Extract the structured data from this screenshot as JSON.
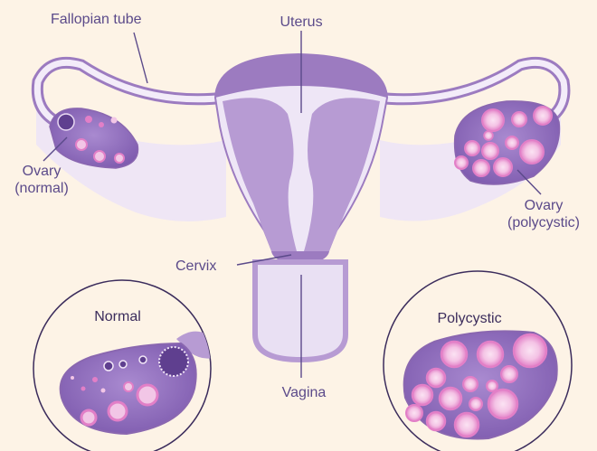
{
  "labels": {
    "fallopian_tube": "Fallopian tube",
    "uterus": "Uterus",
    "ovary_normal_line1": "Ovary",
    "ovary_normal_line2": "(normal)",
    "ovary_poly_line1": "Ovary",
    "ovary_poly_line2": "(polycystic)",
    "cervix": "Cervix",
    "vagina": "Vagina",
    "normal_inset": "Normal",
    "polycystic_inset": "Polycystic"
  },
  "colors": {
    "background": "#fdf3e6",
    "tissue_light": "#eee6f6",
    "tissue_mid": "#b79bd3",
    "tissue_dark": "#9c7bc0",
    "outline": "#8a67b0",
    "ovary": "#8f6cbc",
    "cyst_outer": "#e8a9d8",
    "cyst_inner": "#f2c6e6",
    "label": "#5b4a8a"
  },
  "icons": [
    "uterus-illustration",
    "normal-ovary-illustration",
    "polycystic-ovary-illustration"
  ]
}
